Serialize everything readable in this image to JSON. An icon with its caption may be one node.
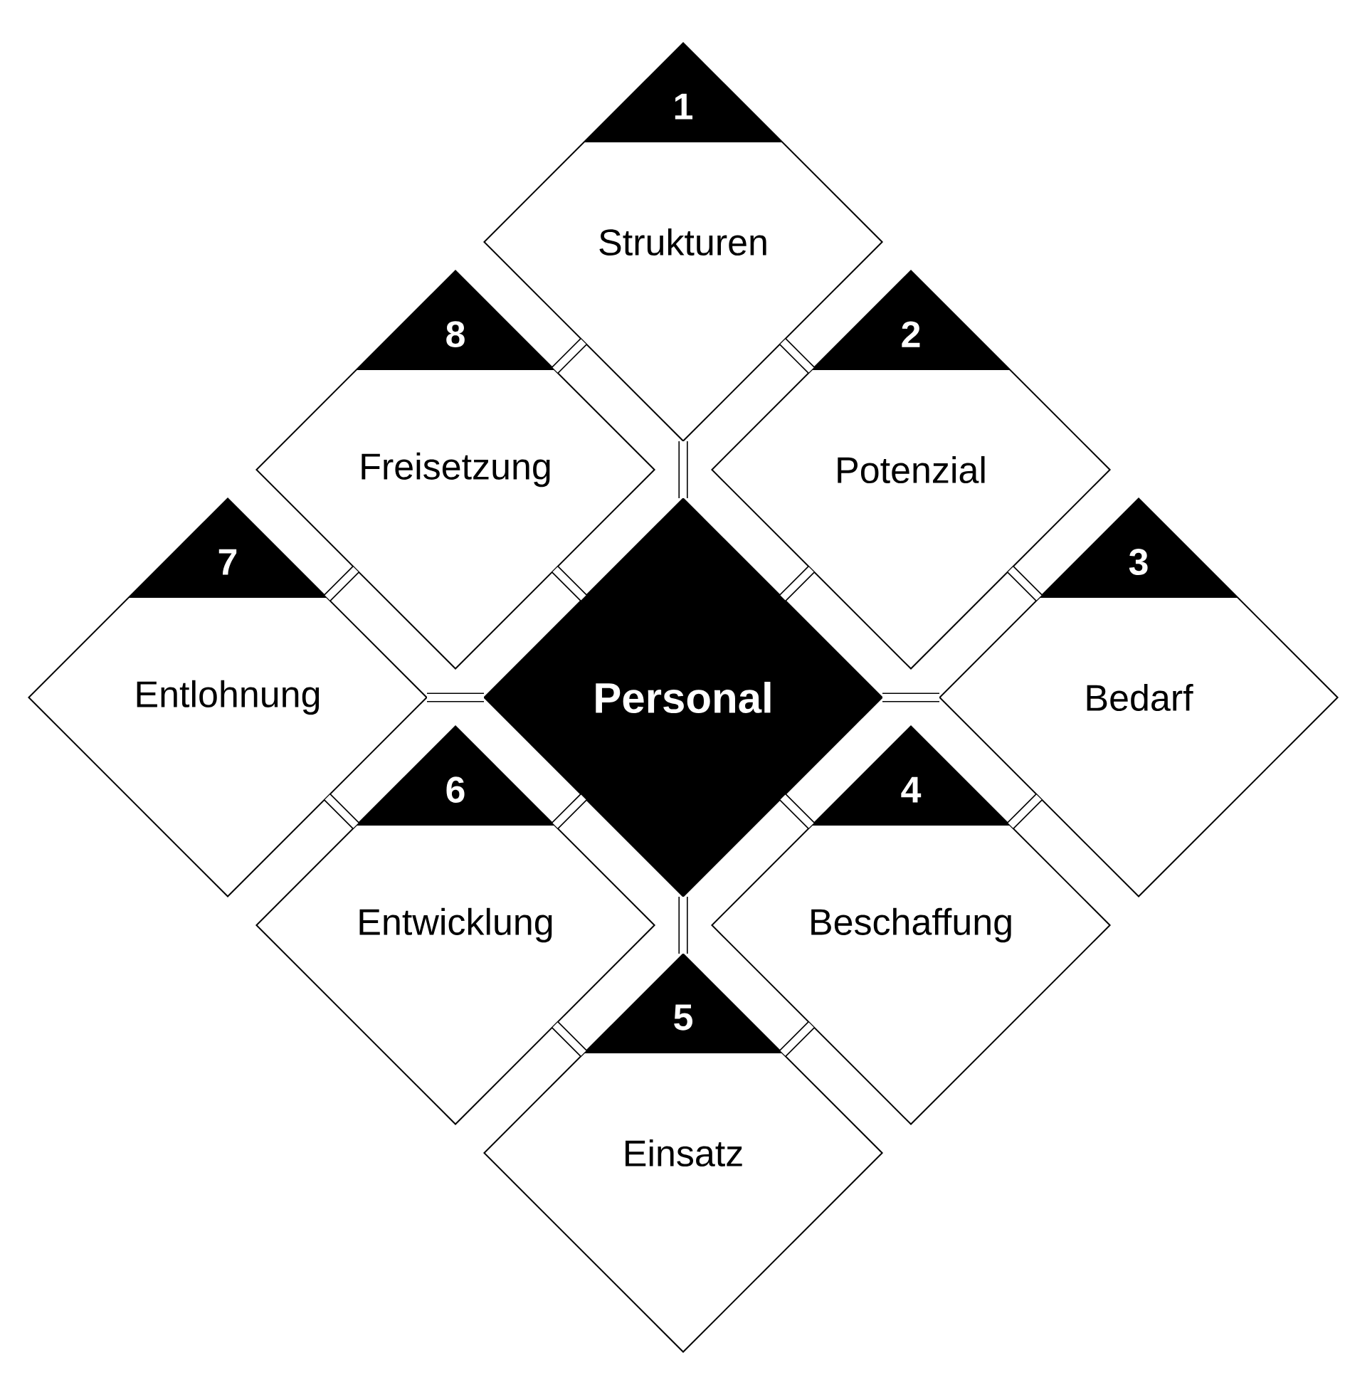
{
  "diagram": {
    "nodes": [
      {
        "text": [
          "1",
          "Strukturen"
        ]
      },
      {
        "text": [
          "2",
          "Potenzial"
        ]
      },
      {
        "text": [
          "3",
          "Bedarf"
        ]
      },
      {
        "text": [
          "4",
          "Beschaffung"
        ]
      },
      {
        "text": [
          "5",
          "Einsatz"
        ]
      },
      {
        "text": [
          "6",
          "Entwicklung"
        ]
      },
      {
        "text": [
          "7",
          "Entlohnung"
        ]
      },
      {
        "text": [
          "8",
          "Freisetzung"
        ]
      },
      {
        "text": [
          "Personal"
        ]
      }
    ],
    "edges": [
      {
        "from": 0,
        "to": 1,
        "arrow": "none"
      },
      {
        "from": 1,
        "to": 2,
        "arrow": "none"
      },
      {
        "from": 2,
        "to": 3,
        "arrow": "none"
      },
      {
        "from": 3,
        "to": 4,
        "arrow": "none"
      },
      {
        "from": 4,
        "to": 5,
        "arrow": "none"
      },
      {
        "from": 5,
        "to": 6,
        "arrow": "none"
      },
      {
        "from": 6,
        "to": 7,
        "arrow": "none"
      },
      {
        "from": 7,
        "to": 0,
        "arrow": "none"
      },
      {
        "from": 8,
        "to": 0,
        "arrow": "none"
      },
      {
        "from": 8,
        "to": 1,
        "arrow": "none"
      },
      {
        "from": 8,
        "to": 2,
        "arrow": "none"
      },
      {
        "from": 8,
        "to": 3,
        "arrow": "none"
      },
      {
        "from": 8,
        "to": 4,
        "arrow": "none"
      },
      {
        "from": 8,
        "to": 5,
        "arrow": "none"
      },
      {
        "from": 8,
        "to": 6,
        "arrow": "none"
      },
      {
        "from": 8,
        "to": 7,
        "arrow": "none"
      }
    ]
  }
}
